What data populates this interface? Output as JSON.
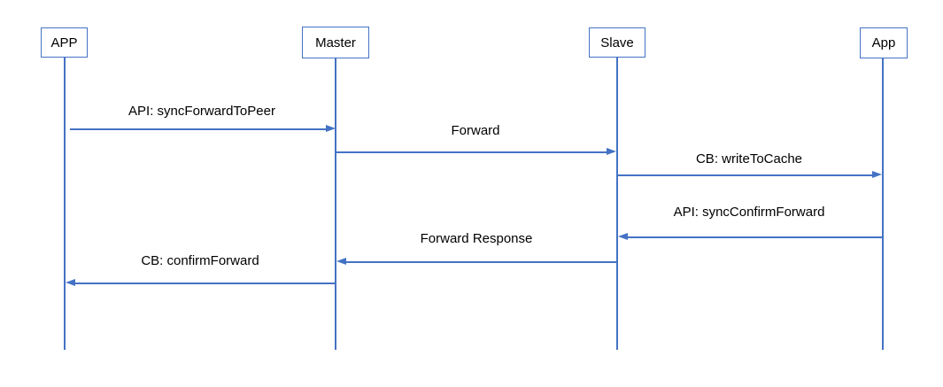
{
  "diagram": {
    "type": "sequence-diagram",
    "accent_color": "#4472C4",
    "text_color": "#000000",
    "actors": [
      {
        "label": "APP"
      },
      {
        "label": "Master"
      },
      {
        "label": "Slave"
      },
      {
        "label": "App"
      }
    ],
    "messages": [
      {
        "label": "API: syncForwardToPeer",
        "from": "APP",
        "to": "Master",
        "direction": "right"
      },
      {
        "label": "Forward",
        "from": "Master",
        "to": "Slave",
        "direction": "right"
      },
      {
        "label": "CB: writeToCache",
        "from": "Slave",
        "to": "App",
        "direction": "right"
      },
      {
        "label": "API: syncConfirmForward",
        "from": "App",
        "to": "Slave",
        "direction": "left"
      },
      {
        "label": "Forward Response",
        "from": "Slave",
        "to": "Master",
        "direction": "left"
      },
      {
        "label": "CB: confirmForward",
        "from": "Master",
        "to": "APP",
        "direction": "left"
      }
    ]
  }
}
